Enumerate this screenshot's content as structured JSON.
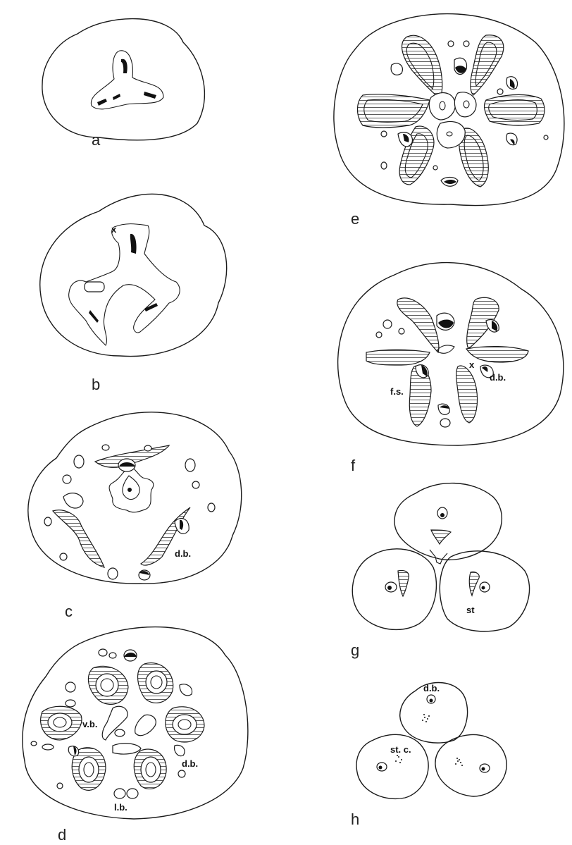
{
  "panels": {
    "a": {
      "letter": "a"
    },
    "b": {
      "letter": "b",
      "mark": "x"
    },
    "c": {
      "letter": "c",
      "labels": [
        "d.b."
      ]
    },
    "d": {
      "letter": "d",
      "labels": [
        "v.b.",
        "d.b.",
        "l.b."
      ]
    },
    "e": {
      "letter": "e"
    },
    "f": {
      "letter": "f",
      "mark": "x",
      "labels": [
        "d.b.",
        "f.s."
      ]
    },
    "g": {
      "letter": "g",
      "labels": [
        "st"
      ]
    },
    "h": {
      "letter": "h",
      "labels": [
        "d.b.",
        "st. c."
      ]
    }
  }
}
